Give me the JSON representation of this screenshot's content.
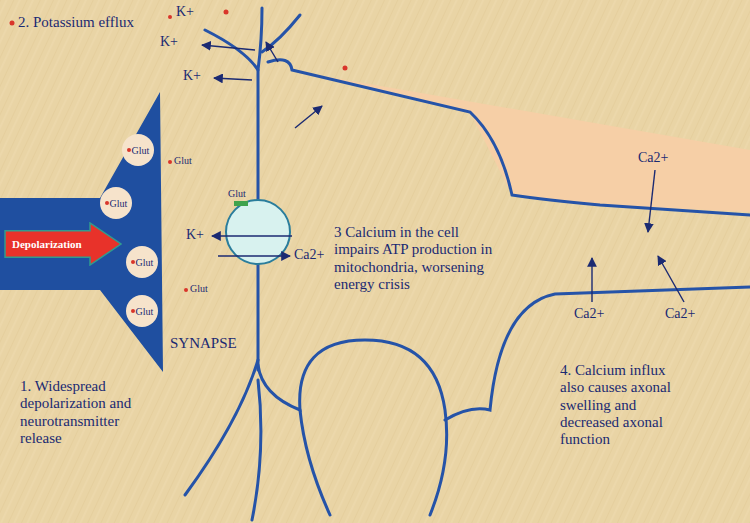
{
  "diagram": {
    "nodes": [
      {
        "text": [
          "Depolarization"
        ]
      },
      {
        "text": [
          "Glut"
        ]
      },
      {
        "text": [
          "Glut"
        ]
      },
      {
        "text": [
          "Glut"
        ]
      },
      {
        "text": [
          "Glut"
        ]
      }
    ],
    "labels": [
      "2. Potassium efflux",
      "K+",
      "K+",
      "K+",
      "Glut",
      "Glut",
      "Glut",
      "K+",
      "Ca2+",
      "SYNAPSE",
      "1. Widespread depolarization and neurotransmitter release",
      "3 Calcium in the cell impairs ATP production in mitochondria, worsening energy crisis",
      "Ca2+",
      "Ca2+",
      "Ca2+",
      "4. Calcium influx also causes axonal swelling and decreased axonal function"
    ]
  }
}
